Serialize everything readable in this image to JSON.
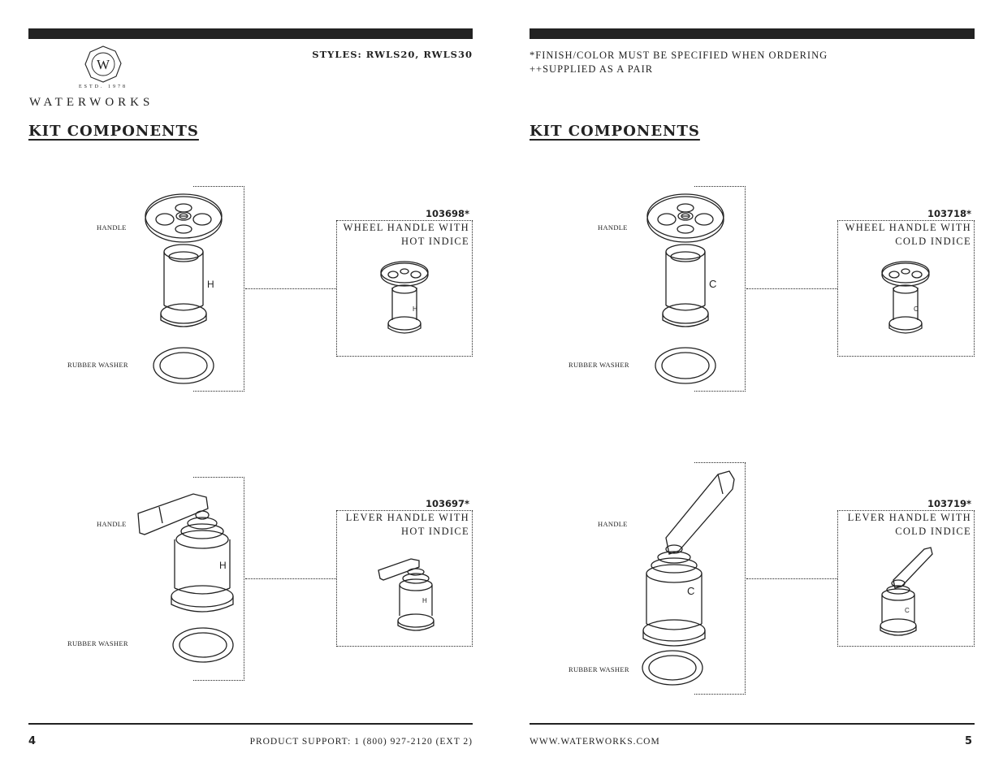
{
  "left_page": {
    "logo": {
      "monogram": "W",
      "established": "ESTD. 1978",
      "wordmark": "WATERWORKS"
    },
    "styles": "STYLES: RWLS20, RWLS30",
    "heading": "KIT COMPONENTS",
    "components": [
      {
        "part_number": "103698*",
        "label_line1": "WHEEL HANDLE WITH",
        "label_line2": "HOT INDICE",
        "callout_handle": "HANDLE",
        "callout_washer": "RUBBER WASHER",
        "indice": "H"
      },
      {
        "part_number": "103697*",
        "label_line1": "LEVER HANDLE WITH",
        "label_line2": "HOT INDICE",
        "callout_handle": "HANDLE",
        "callout_washer": "RUBBER WASHER",
        "indice": "H"
      }
    ],
    "page_number": "4",
    "footer": "PRODUCT SUPPORT: 1 (800) 927-2120 (EXT 2)"
  },
  "right_page": {
    "note_line1": "*FINISH/COLOR MUST BE SPECIFIED WHEN ORDERING",
    "note_line2": "++SUPPLIED AS A PAIR",
    "heading": "KIT COMPONENTS",
    "components": [
      {
        "part_number": "103718*",
        "label_line1": "WHEEL HANDLE WITH",
        "label_line2": "COLD INDICE",
        "callout_handle": "HANDLE",
        "callout_washer": "RUBBER WASHER",
        "indice": "C"
      },
      {
        "part_number": "103719*",
        "label_line1": "LEVER HANDLE WITH",
        "label_line2": "COLD INDICE",
        "callout_handle": "HANDLE",
        "callout_washer": "RUBBER WASHER",
        "indice": "C"
      }
    ],
    "page_number": "5",
    "footer": "WWW.WATERWORKS.COM"
  }
}
